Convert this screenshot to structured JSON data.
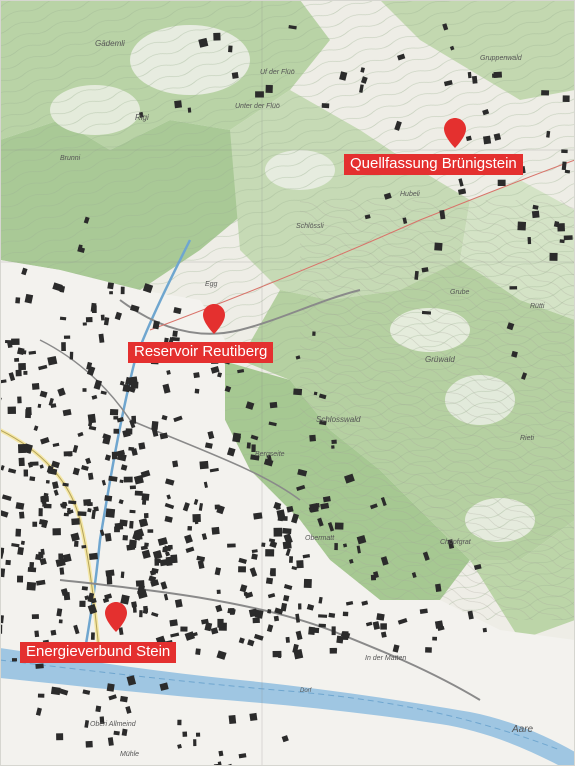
{
  "map": {
    "markers": [
      {
        "label": "Quellfassung Brünigstein",
        "color": "#e4302f"
      },
      {
        "label": "Reservoir Reutiberg",
        "color": "#e4302f"
      },
      {
        "label": "Energieverbund Stein",
        "color": "#e4302f"
      }
    ],
    "place_labels": {
      "l1": "Gädemli",
      "l2": "Rigi",
      "l3": "Unter der Flüö",
      "l4": "Uf der Flüö",
      "l5": "Schlössli",
      "l6": "Hubeli",
      "l7": "Grube",
      "l8": "Grüwald",
      "l9": "Schlosswald",
      "l10": "Bergseite",
      "l11": "Obermatt",
      "l12": "Rütti",
      "l13": "Chopfgrat",
      "l14": "In der Matten",
      "l15": "Oberi Allmeind",
      "l16": "Mühle",
      "l17": "Aare",
      "l18": "Rieti",
      "l19": "Brunni",
      "l20": "Dorf",
      "l21": "Egg",
      "l22": "Gruppenwald"
    }
  }
}
